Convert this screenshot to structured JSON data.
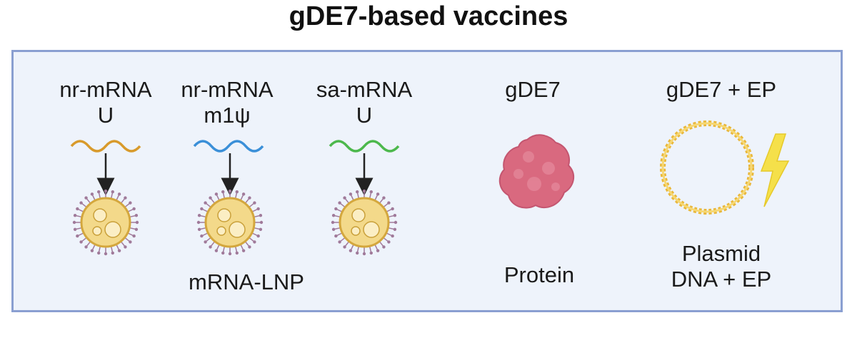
{
  "title": "gDE7-based vaccines",
  "columns": [
    {
      "line1": "nr-mRNA",
      "line2": "U",
      "wave_color": "#d89a2b"
    },
    {
      "line1": "nr-mRNA",
      "line2": "m1ψ",
      "wave_color": "#3a8fd8"
    },
    {
      "line1": "sa-mRNA",
      "line2": "U",
      "wave_color": "#4cb84c"
    }
  ],
  "protein_header": "gDE7",
  "plasmid_header": "gDE7 + EP",
  "mrna_group_label": "mRNA-LNP",
  "protein_label": "Protein",
  "plasmid_label_line1": "Plasmid",
  "plasmid_label_line2": "DNA + EP",
  "colors": {
    "panel_border": "#8a9fd1",
    "panel_bg": "#eef3fb",
    "lnp_fill": "#f3d98a",
    "lnp_spikes": "#a07a9a",
    "protein": "#d9697f",
    "plasmid": "#e9b73a",
    "lightning": "#f5e04a"
  }
}
